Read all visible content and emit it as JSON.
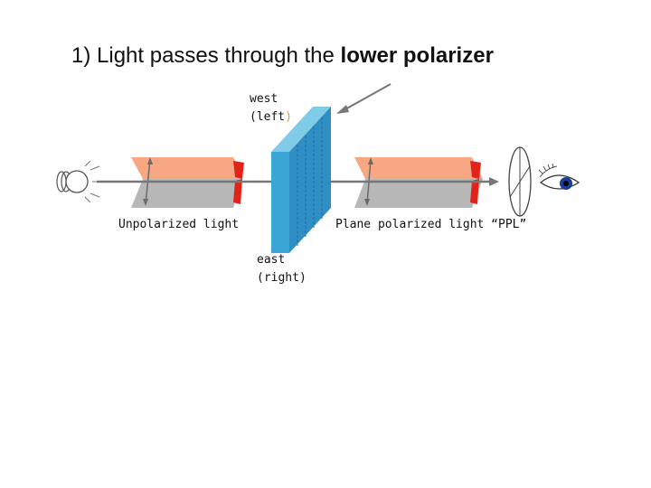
{
  "title": {
    "prefix": "1) Light passes through the",
    "emphasis": "lower polarizer"
  },
  "labels": {
    "west_line1": "west",
    "west_line2": "(left",
    "west_line2_close": ")",
    "east_line1": "east",
    "east_line2": "(right)",
    "unpolarized": "Unpolarized light",
    "plane_polarized": "Plane polarized light “PPL”"
  },
  "icons": [
    "light-bulb-icon",
    "eye-icon",
    "lens-icon"
  ],
  "colors": {
    "beam_orange": "#f7a883",
    "beam_gray": "#b7b7b7",
    "polarizer_blue": "#3aa6d6",
    "accent_red": "#e2231a"
  }
}
